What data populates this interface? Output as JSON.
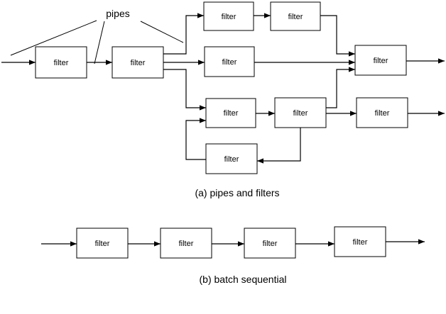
{
  "diagram_a": {
    "pipes_label": "pipes",
    "filter_label": "filter",
    "caption": "(a)  pipes and filters"
  },
  "diagram_b": {
    "filter_label": "filter",
    "caption": "(b)  batch sequential"
  }
}
